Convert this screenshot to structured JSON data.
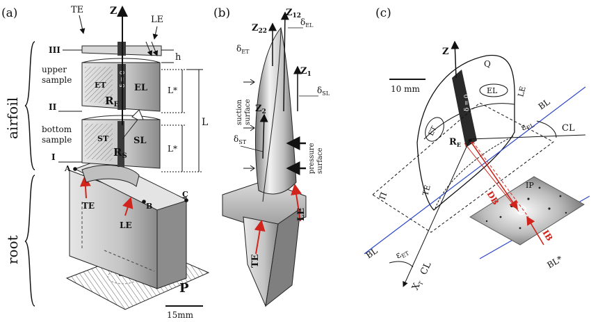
{
  "colors": {
    "ink": "#111111",
    "metal_light": "#d9d9d9",
    "metal_mid": "#b3b3b3",
    "metal_dark": "#6e6e6e",
    "red_arrow": "#d0241c",
    "blue_line": "#2b45c8"
  },
  "panel_a": {
    "tag": "(a)",
    "te": "TE",
    "z": "Z",
    "le": "LE",
    "iii": "III",
    "h": "h",
    "upper_sample": [
      "upper",
      "sample"
    ],
    "et": "ET",
    "el": "EL",
    "delta0": "δ = 0",
    "re": "R",
    "re_sub": "E",
    "ii": "II",
    "bottom_sample": [
      "bottom",
      "sample"
    ],
    "st": "ST",
    "sl": "SL",
    "rs": "R",
    "rs_sub": "S",
    "i": "I",
    "l": "L",
    "lstar_top": "L*",
    "lstar_bottom": "L*",
    "airfoil": "airfoil",
    "root": "root",
    "a": "A",
    "b": "B",
    "c": "C",
    "te_red": "TE",
    "le_red": "LE",
    "s": "S",
    "p": "P",
    "scale": "15mm"
  },
  "panel_b": {
    "tag": "(b)",
    "z12": "Z",
    "z12_sub": "12",
    "z22": "Z",
    "z22_sub": "22",
    "delta_el": "δ",
    "delta_el_sub": "EL",
    "delta_et": "δ",
    "delta_et_sub": "ET",
    "z1": "Z",
    "z1_sub": "1",
    "delta_sl": "δ",
    "delta_sl_sub": "SL",
    "z2": "Z",
    "z2_sub": "2",
    "delta_st": "δ",
    "delta_st_sub": "ST",
    "suction": [
      "suction",
      "surface"
    ],
    "pressure": [
      "pressure",
      "surface"
    ],
    "te": "TE",
    "le": "LE"
  },
  "panel_c": {
    "tag": "(c)",
    "z": "Z",
    "scale": "10 mm",
    "q": "Q",
    "el": "EL",
    "le": "LE",
    "delta0": "δ = 0",
    "et": "ET",
    "re": "R",
    "re_sub": "E",
    "te": "TE",
    "pi": "Π",
    "bl_top": "BL",
    "eps_el": "ε",
    "eps_el_sub": "EL",
    "cl_top": "CL",
    "db": "DB",
    "ip": "IP",
    "ib": "IB",
    "bl_bottom": "BL",
    "eps_et": "ε",
    "eps_et_sub": "ET",
    "cl_bottom": "CL",
    "xt": "X",
    "xt_sub": "T",
    "bl_star": "BL*"
  }
}
